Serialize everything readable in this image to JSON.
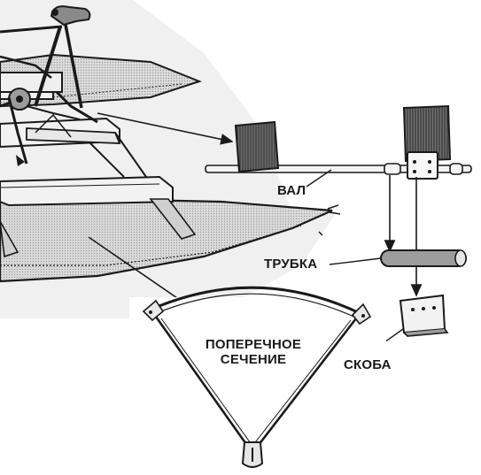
{
  "labels": {
    "shaft": "ВАЛ",
    "tube": "ТРУБКА",
    "bracket": "СКОБА",
    "section_line1": "ПОПЕРЕЧНОЕ",
    "section_line2": "СЕЧЕНИЕ"
  },
  "colors": {
    "ink": "#1a1a1a",
    "paper": "#ffffff",
    "shade": "#bdbdbd",
    "hull": "#d6d6d6"
  }
}
